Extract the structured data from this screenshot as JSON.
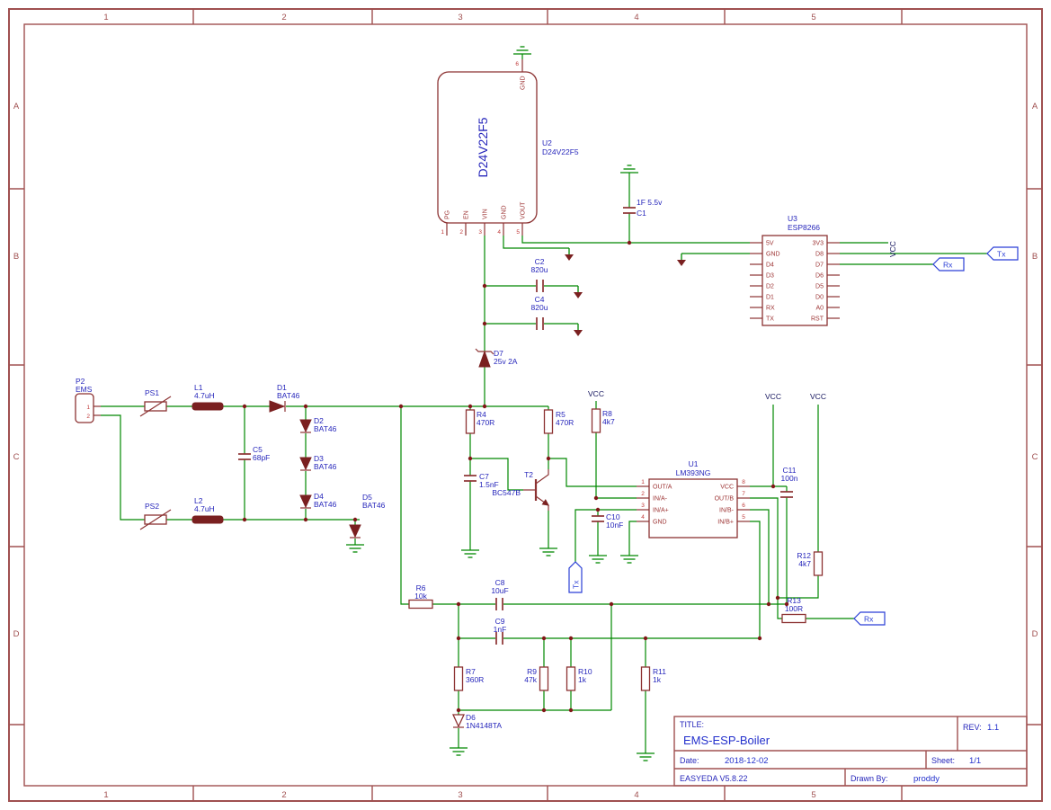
{
  "sheet": {
    "columns": [
      "1",
      "2",
      "3",
      "4",
      "5"
    ],
    "rows": [
      "A",
      "B",
      "C",
      "D"
    ]
  },
  "title_block": {
    "title_label": "TITLE:",
    "title": "EMS-ESP-Boiler",
    "rev_label": "REV:",
    "rev": "1.1",
    "date_label": "Date:",
    "date": "2018-12-02",
    "sheet_label": "Sheet:",
    "sheet": "1/1",
    "tool": "EASYEDA V5.8.22",
    "drawn_by_label": "Drawn By:",
    "drawn_by": "proddy"
  },
  "nets": {
    "vcc": "VCC",
    "tx": "Tx",
    "rx": "Rx"
  },
  "colors": {
    "wire": "#008800",
    "symbol": "#8c3232",
    "label": "#2626bb",
    "flag": "#2b3fd6",
    "frame": "#a05050"
  },
  "u2": {
    "ref": "U2",
    "value": "D24V22F5",
    "body_text": "D24V22F5",
    "pins_bottom": [
      {
        "num": "1",
        "name": "PG"
      },
      {
        "num": "2",
        "name": "EN"
      },
      {
        "num": "3",
        "name": "VIN"
      },
      {
        "num": "4",
        "name": "GND"
      },
      {
        "num": "5",
        "name": "VOUT"
      }
    ],
    "pin_top": {
      "num": "6",
      "name": "GND"
    }
  },
  "u3": {
    "ref": "U3",
    "value": "ESP8266",
    "left_pins": [
      "5V",
      "GND",
      "D4",
      "D3",
      "D2",
      "D1",
      "RX",
      "TX"
    ],
    "right_pins": [
      "3V3",
      "D8",
      "D7",
      "D6",
      "D5",
      "D0",
      "A0",
      "RST"
    ]
  },
  "u1": {
    "ref": "U1",
    "value": "LM393NG",
    "left_pins": [
      {
        "num": "1",
        "name": "OUT/A"
      },
      {
        "num": "2",
        "name": "IN/A-"
      },
      {
        "num": "3",
        "name": "IN/A+"
      },
      {
        "num": "4",
        "name": "GND"
      }
    ],
    "right_pins": [
      {
        "num": "8",
        "name": "VCC"
      },
      {
        "num": "7",
        "name": "OUT/B"
      },
      {
        "num": "6",
        "name": "IN/B-"
      },
      {
        "num": "5",
        "name": "IN/B+"
      }
    ]
  },
  "parts": {
    "p2": {
      "ref": "P2",
      "value": "EMS",
      "pin1": "1",
      "pin2": "2"
    },
    "ps1": {
      "ref": "PS1"
    },
    "ps2": {
      "ref": "PS2"
    },
    "l1": {
      "ref": "L1",
      "value": "4.7uH"
    },
    "l2": {
      "ref": "L2",
      "value": "4.7uH"
    },
    "d1": {
      "ref": "D1",
      "value": "BAT46"
    },
    "d2": {
      "ref": "D2",
      "value": "BAT46"
    },
    "d3": {
      "ref": "D3",
      "value": "BAT46"
    },
    "d4": {
      "ref": "D4",
      "value": "BAT46"
    },
    "d5": {
      "ref": "D5",
      "value": "BAT46"
    },
    "d6": {
      "ref": "D6",
      "value": "1N4148TA"
    },
    "d7": {
      "ref": "D7",
      "value": "25v 2A"
    },
    "c1": {
      "ref": "C1",
      "value": "1F 5.5v"
    },
    "c2": {
      "ref": "C2",
      "value": "820u"
    },
    "c4": {
      "ref": "C4",
      "value": "820u"
    },
    "c5": {
      "ref": "C5",
      "value": "68pF"
    },
    "c7": {
      "ref": "C7",
      "value": "1.5nF"
    },
    "c8": {
      "ref": "C8",
      "value": "10uF"
    },
    "c9": {
      "ref": "C9",
      "value": "1nF"
    },
    "c10": {
      "ref": "C10",
      "value": "10nF"
    },
    "c11": {
      "ref": "C11",
      "value": "100n"
    },
    "r4": {
      "ref": "R4",
      "value": "470R"
    },
    "r5": {
      "ref": "R5",
      "value": "470R"
    },
    "r6": {
      "ref": "R6",
      "value": "10k"
    },
    "r7": {
      "ref": "R7",
      "value": "360R"
    },
    "r8": {
      "ref": "R8",
      "value": "4k7"
    },
    "r9": {
      "ref": "R9",
      "value": "47k"
    },
    "r10": {
      "ref": "R10",
      "value": "1k"
    },
    "r11": {
      "ref": "R11",
      "value": "1k"
    },
    "r12": {
      "ref": "R12",
      "value": "4k7"
    },
    "r13": {
      "ref": "R13",
      "value": "100R"
    },
    "t2": {
      "ref": "T2",
      "value": "BC547B"
    }
  }
}
